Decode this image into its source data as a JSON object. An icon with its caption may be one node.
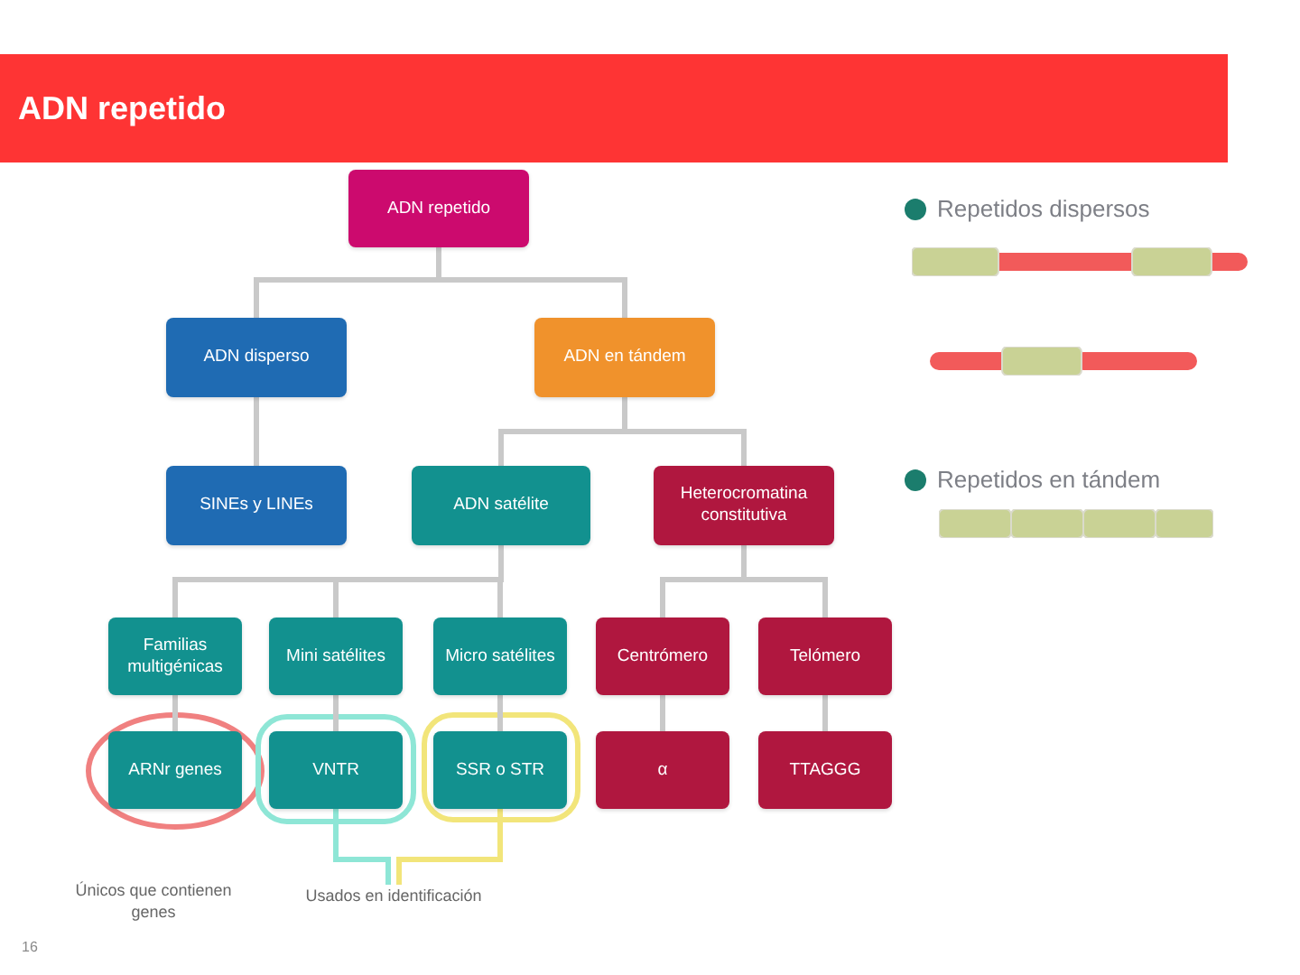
{
  "diagram": {
    "title": "ADN repetido",
    "nodes": [
      {
        "text": [
          "ADN repetido"
        ]
      },
      {
        "text": [
          "ADN disperso"
        ]
      },
      {
        "text": [
          "ADN en tándem"
        ]
      },
      {
        "text": [
          "SINEs y LINEs"
        ]
      },
      {
        "text": [
          "ADN satélite"
        ]
      },
      {
        "text": [
          "Heterocromatina constitutiva"
        ]
      },
      {
        "text": [
          "Familias multigénicas"
        ]
      },
      {
        "text": [
          "Mini satélites"
        ]
      },
      {
        "text": [
          "Micro satélites"
        ]
      },
      {
        "text": [
          "Centrómero"
        ]
      },
      {
        "text": [
          "Telómero"
        ]
      },
      {
        "text": [
          "ARNr genes"
        ]
      },
      {
        "text": [
          "VNTR"
        ]
      },
      {
        "text": [
          "SSR o STR"
        ]
      },
      {
        "text": [
          "α"
        ]
      },
      {
        "text": [
          "TTAGGG"
        ]
      },
      {
        "text": [
          "Usados en identificación"
        ]
      }
    ],
    "edges": [
      {
        "from": 0,
        "to": 1,
        "arrow": "none"
      },
      {
        "from": 0,
        "to": 2,
        "arrow": "none"
      },
      {
        "from": 1,
        "to": 3,
        "arrow": "none"
      },
      {
        "from": 2,
        "to": 4,
        "arrow": "none"
      },
      {
        "from": 2,
        "to": 5,
        "arrow": "none"
      },
      {
        "from": 4,
        "to": 6,
        "arrow": "none"
      },
      {
        "from": 4,
        "to": 7,
        "arrow": "none"
      },
      {
        "from": 4,
        "to": 8,
        "arrow": "none"
      },
      {
        "from": 5,
        "to": 9,
        "arrow": "none"
      },
      {
        "from": 5,
        "to": 10,
        "arrow": "none"
      },
      {
        "from": 6,
        "to": 11,
        "arrow": "none"
      },
      {
        "from": 7,
        "to": 12,
        "arrow": "none"
      },
      {
        "from": 8,
        "to": 13,
        "arrow": "none"
      },
      {
        "from": 9,
        "to": 14,
        "arrow": "none"
      },
      {
        "from": 10,
        "to": 15,
        "arrow": "none"
      },
      {
        "from": 12,
        "to": 16,
        "arrow": "none",
        "color": "#8ee6d6"
      },
      {
        "from": 13,
        "to": 16,
        "arrow": "none",
        "color": "#f2e57a"
      }
    ],
    "labels": [
      "Repetidos dispersos",
      "Repetidos en tándem",
      "Únicos que contienen genes",
      "16"
    ]
  }
}
